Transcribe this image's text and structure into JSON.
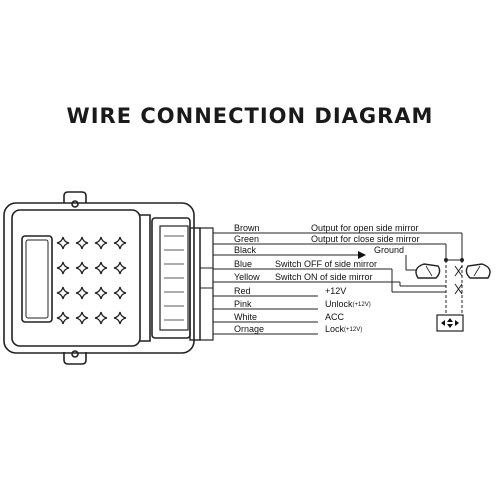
{
  "title": "WIRE CONNECTION DIAGRAM",
  "wires": [
    {
      "color": "Brown",
      "description": "Output for open side mirror"
    },
    {
      "color": "Green",
      "description": "Output for close side mirror"
    },
    {
      "color": "Black",
      "description": "Ground"
    },
    {
      "color": "Blue",
      "description": "Switch OFF of side mirror"
    },
    {
      "color": "Yellow",
      "description": "Switch ON of side mirror"
    },
    {
      "color": "Red",
      "description": "+12V"
    },
    {
      "color": "Pink",
      "description": "Unlock",
      "note": "(+12V)"
    },
    {
      "color": "White",
      "description": "ACC"
    },
    {
      "color": "Ornage",
      "description": "Lock",
      "note": "(+12V)"
    }
  ],
  "icons": [
    "module-box",
    "connector-plug",
    "side-mirror-left-icon",
    "side-mirror-right-icon",
    "mirror-switch-icon",
    "ground-arrow-icon"
  ]
}
